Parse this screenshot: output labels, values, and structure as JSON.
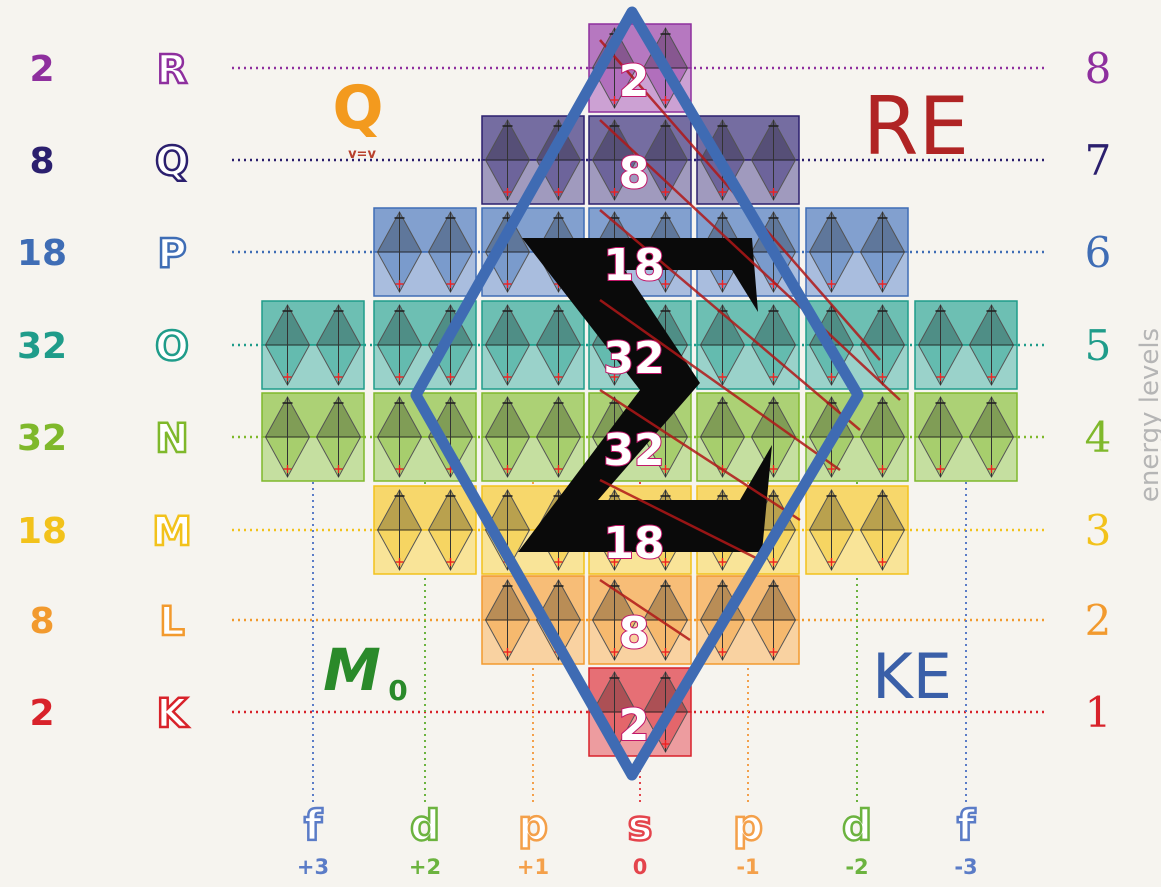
{
  "levels": [
    {
      "count": "2",
      "shell": "R",
      "energy": "8",
      "color": "#8e2f9e"
    },
    {
      "count": "8",
      "shell": "Q",
      "energy": "7",
      "color": "#2b1f6e"
    },
    {
      "count": "18",
      "shell": "P",
      "energy": "6",
      "color": "#3f6db5"
    },
    {
      "count": "32",
      "shell": "O",
      "energy": "5",
      "color": "#1f9c8a"
    },
    {
      "count": "32",
      "shell": "N",
      "energy": "4",
      "color": "#7fb82b"
    },
    {
      "count": "18",
      "shell": "M",
      "energy": "3",
      "color": "#f2c21b"
    },
    {
      "count": "8",
      "shell": "L",
      "energy": "2",
      "color": "#f29a2e"
    },
    {
      "count": "2",
      "shell": "K",
      "energy": "1",
      "color": "#d8222a"
    }
  ],
  "sublevels": [
    {
      "label": "f",
      "ml": "+3",
      "color": "#5b7cc7"
    },
    {
      "label": "d",
      "ml": "+2",
      "color": "#6cb33f"
    },
    {
      "label": "p",
      "ml": "+1",
      "color": "#f4a04a"
    },
    {
      "label": "s",
      "ml": "0",
      "color": "#e4444c"
    },
    {
      "label": "p",
      "ml": "-1",
      "color": "#f4a04a"
    },
    {
      "label": "d",
      "ml": "-2",
      "color": "#6cb33f"
    },
    {
      "label": "f",
      "ml": "-3",
      "color": "#5b7cc7"
    }
  ],
  "diamond_numbers": [
    "2",
    "8",
    "18",
    "32",
    "32",
    "18",
    "8",
    "2"
  ],
  "corner_labels": {
    "q": {
      "text": "Q",
      "sub": "v=v",
      "color": "#f39a1e"
    },
    "re": {
      "text": "RE",
      "color": "#b02424"
    },
    "m0": {
      "text": "M",
      "sub": "0",
      "color": "#2a8a2a"
    },
    "ke": {
      "text": "KE",
      "color": "#3a5fa8"
    }
  },
  "axis_label": "energy levels",
  "sigma": "Σ",
  "colors": {
    "diamond": "#3f6bb3",
    "background": "#f6f4ef",
    "arrow": "#b01818",
    "number_outline": "#c2186a"
  }
}
